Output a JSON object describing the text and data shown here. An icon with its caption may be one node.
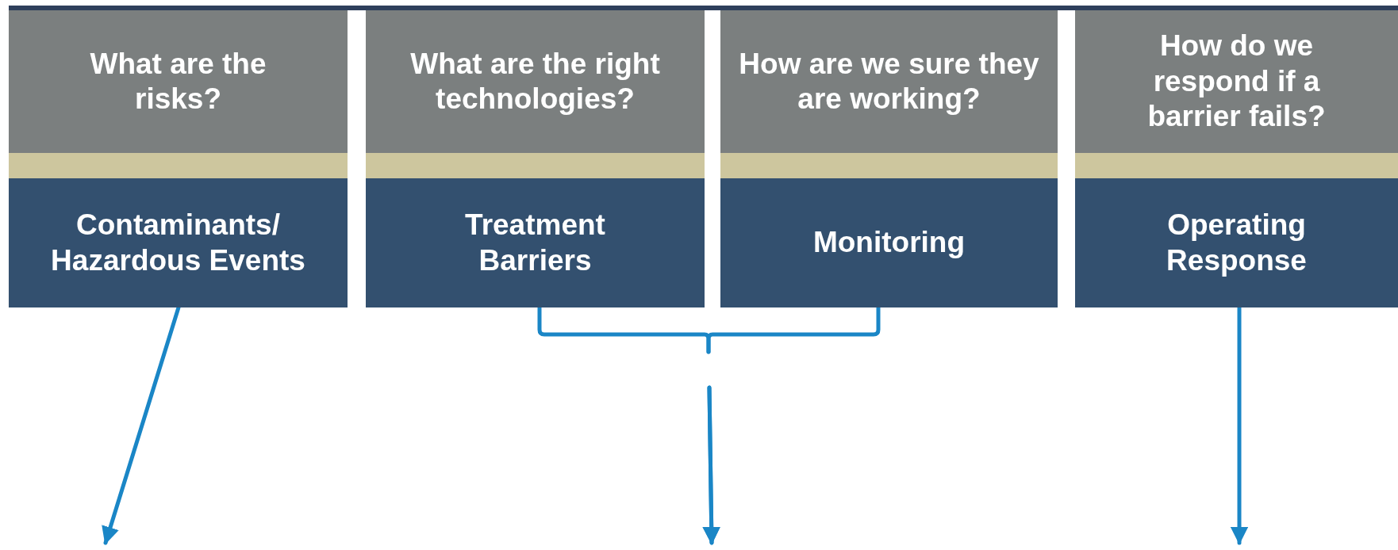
{
  "diagram": {
    "nodes": [
      {
        "text": [
          "What are the risks?"
        ]
      },
      {
        "text": [
          "What are the right technologies?"
        ]
      },
      {
        "text": [
          "How are we sure they are working?"
        ]
      },
      {
        "text": [
          "How do we respond if a barrier fails?"
        ]
      },
      {
        "text": [
          "Contaminants/ Hazardous Events"
        ]
      },
      {
        "text": [
          "Treatment Barriers"
        ]
      },
      {
        "text": [
          "Monitoring"
        ]
      },
      {
        "text": [
          "Operating Response"
        ]
      }
    ],
    "edges": [
      {
        "from": 4,
        "to": null,
        "arrow": "to"
      },
      {
        "from": 5,
        "to": null,
        "arrow": "to"
      },
      {
        "from": 6,
        "to": null,
        "arrow": "to"
      },
      {
        "from": 7,
        "to": null,
        "arrow": "to"
      }
    ]
  }
}
